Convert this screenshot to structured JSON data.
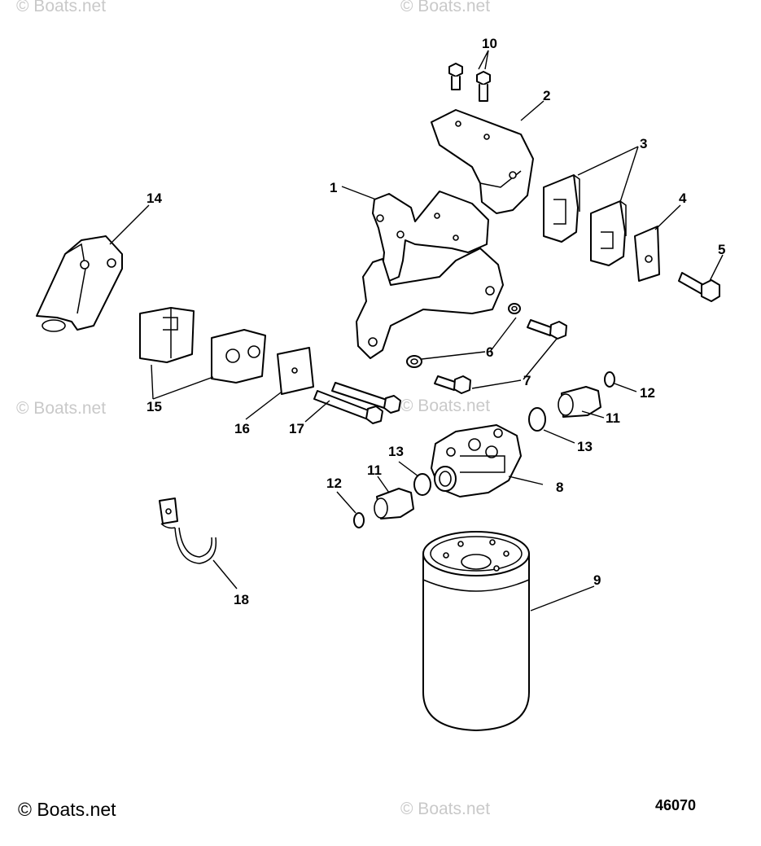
{
  "watermarks": [
    "© Boats.net",
    "© Boats.net",
    "© Boats.net",
    "© Boats.net",
    "© Boats.net"
  ],
  "copyright": "© Boats.net",
  "figure_number": "46070",
  "callouts": [
    "1",
    "2",
    "3",
    "4",
    "5",
    "6",
    "7",
    "8",
    "9",
    "10",
    "11",
    "11",
    "12",
    "12",
    "13",
    "13",
    "14",
    "15",
    "16",
    "17",
    "18"
  ]
}
